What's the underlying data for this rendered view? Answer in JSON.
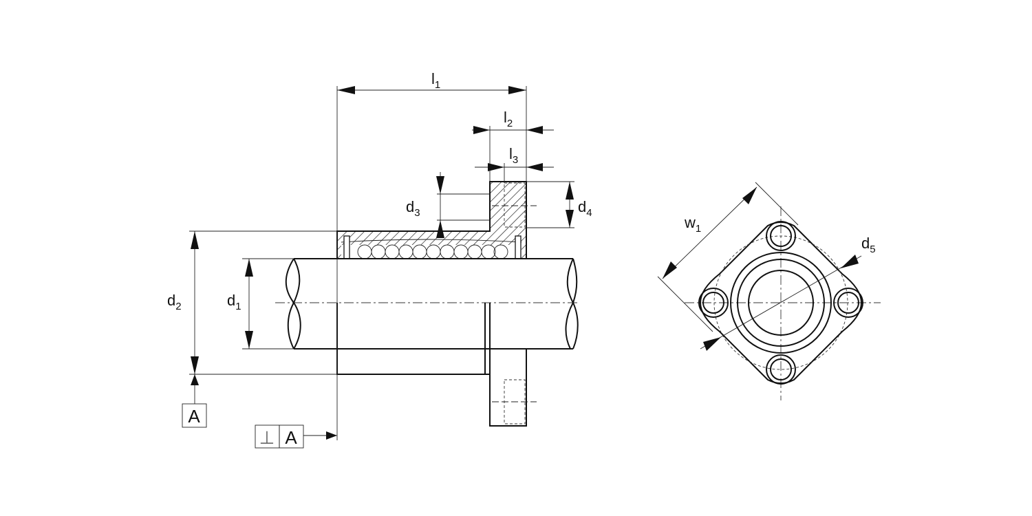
{
  "title": "Flanged linear ball bearing unit – dimension drawing",
  "dimensions": {
    "l1": {
      "base": "l",
      "sub": "1"
    },
    "l2": {
      "base": "l",
      "sub": "2"
    },
    "l3": {
      "base": "l",
      "sub": "3"
    },
    "d1": {
      "base": "d",
      "sub": "1"
    },
    "d2": {
      "base": "d",
      "sub": "2"
    },
    "d3": {
      "base": "d",
      "sub": "3"
    },
    "d4": {
      "base": "d",
      "sub": "4"
    },
    "d5": {
      "base": "d",
      "sub": "5"
    },
    "w1": {
      "base": "w",
      "sub": "1"
    }
  },
  "datum": {
    "label": "A"
  },
  "tolerance_frame": {
    "symbol": "⊥",
    "datum": "A"
  },
  "colors": {
    "line": "#111111",
    "background": "#ffffff"
  }
}
